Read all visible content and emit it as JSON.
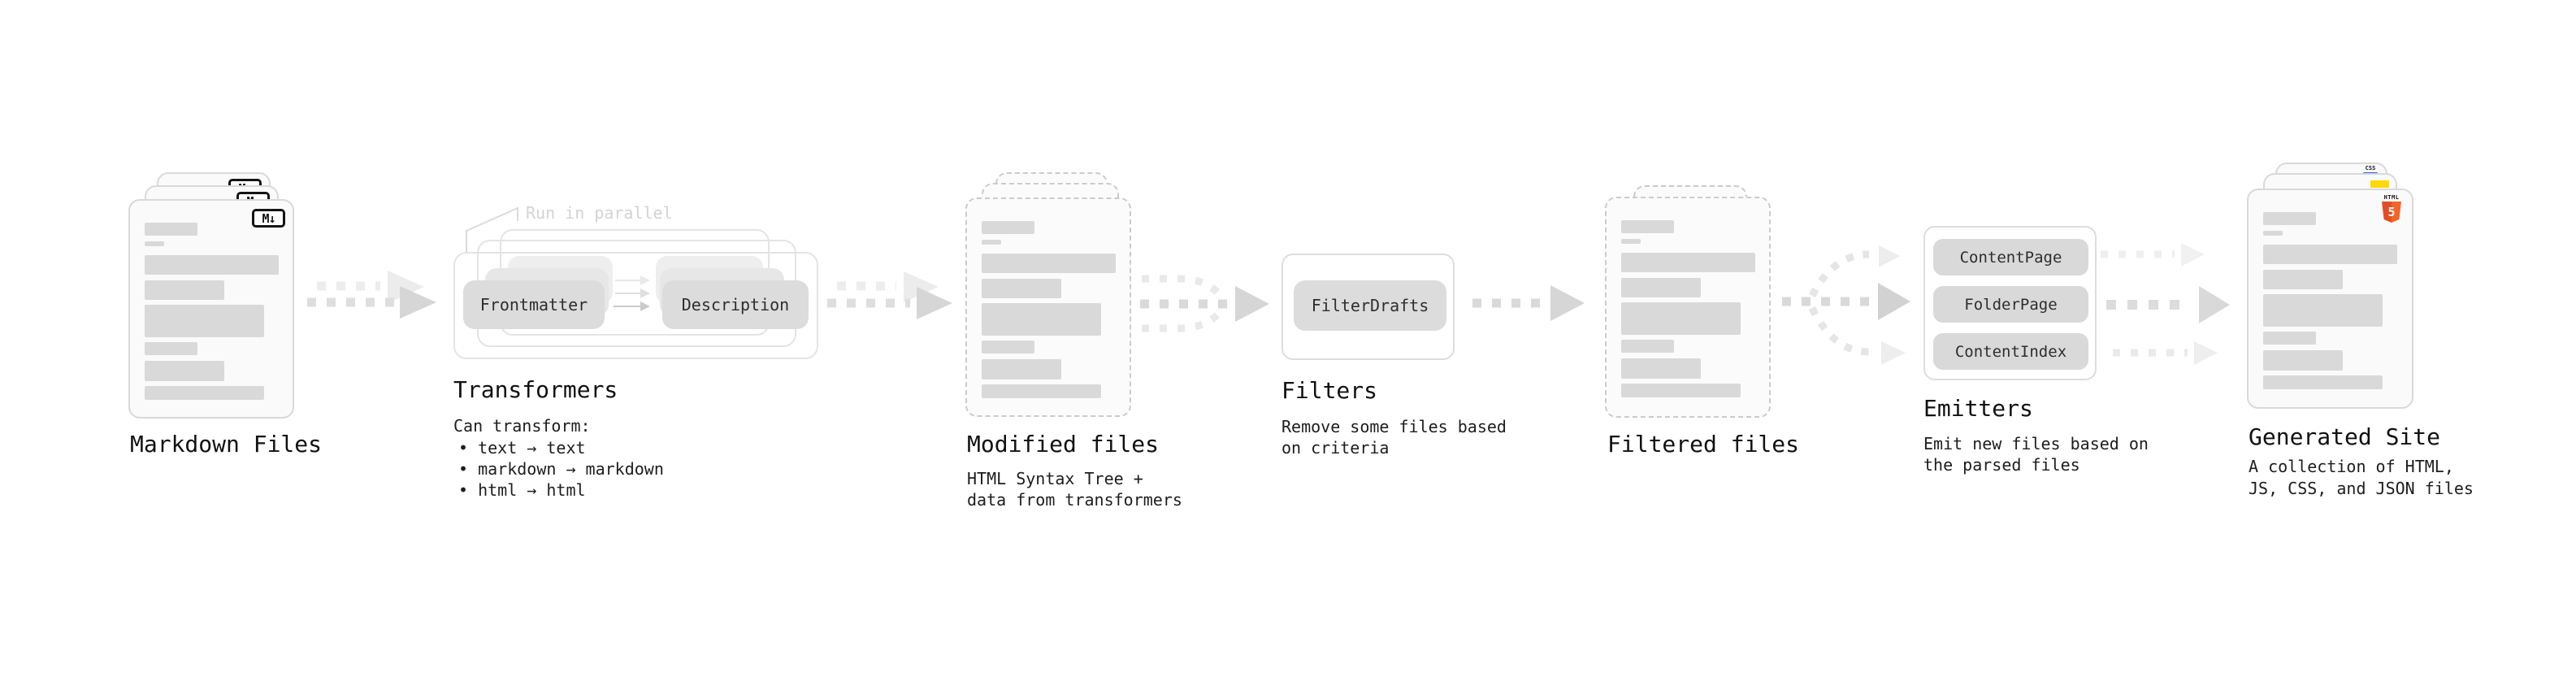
{
  "nodes": {
    "markdown_files": {
      "title": "Markdown Files",
      "badge": "M↓"
    },
    "transformers": {
      "title": "Transformers",
      "annotation": "Run in parallel",
      "pill_left": "Frontmatter",
      "pill_right": "Description",
      "desc_heading": "Can transform:",
      "bullets": [
        "• text → text",
        "• markdown → markdown",
        "• html → html"
      ]
    },
    "modified_files": {
      "title": "Modified files",
      "subtitle": [
        "HTML Syntax Tree +",
        "data from transformers"
      ]
    },
    "filters": {
      "title": "Filters",
      "pill": "FilterDrafts",
      "subtitle": [
        "Remove some files based",
        "on criteria"
      ]
    },
    "filtered_files": {
      "title": "Filtered files"
    },
    "emitters": {
      "title": "Emitters",
      "pills": [
        "ContentPage",
        "FolderPage",
        "ContentIndex"
      ],
      "subtitle": [
        "Emit new files based on",
        "the parsed files"
      ]
    },
    "generated_site": {
      "title": "Generated Site",
      "subtitle": [
        "A collection of HTML,",
        "JS, CSS, and JSON files"
      ],
      "badges": {
        "css": "CSS",
        "html": "HTML",
        "html5_number": "5"
      }
    }
  },
  "colors": {
    "background": "#ffffff",
    "card_fill": "#fafafa",
    "card_border": "#d9d9d9",
    "bar_gray": "#d9d9d9",
    "pill_gray": "#dcdcdc",
    "arrow_gray": "#d9d9d9",
    "annotation_gray": "#d3d3d3",
    "text_dark": "#111111",
    "html5_orange": "#e44d26",
    "css_blue": "#2b63f1",
    "js_yellow": "#ffd907"
  }
}
